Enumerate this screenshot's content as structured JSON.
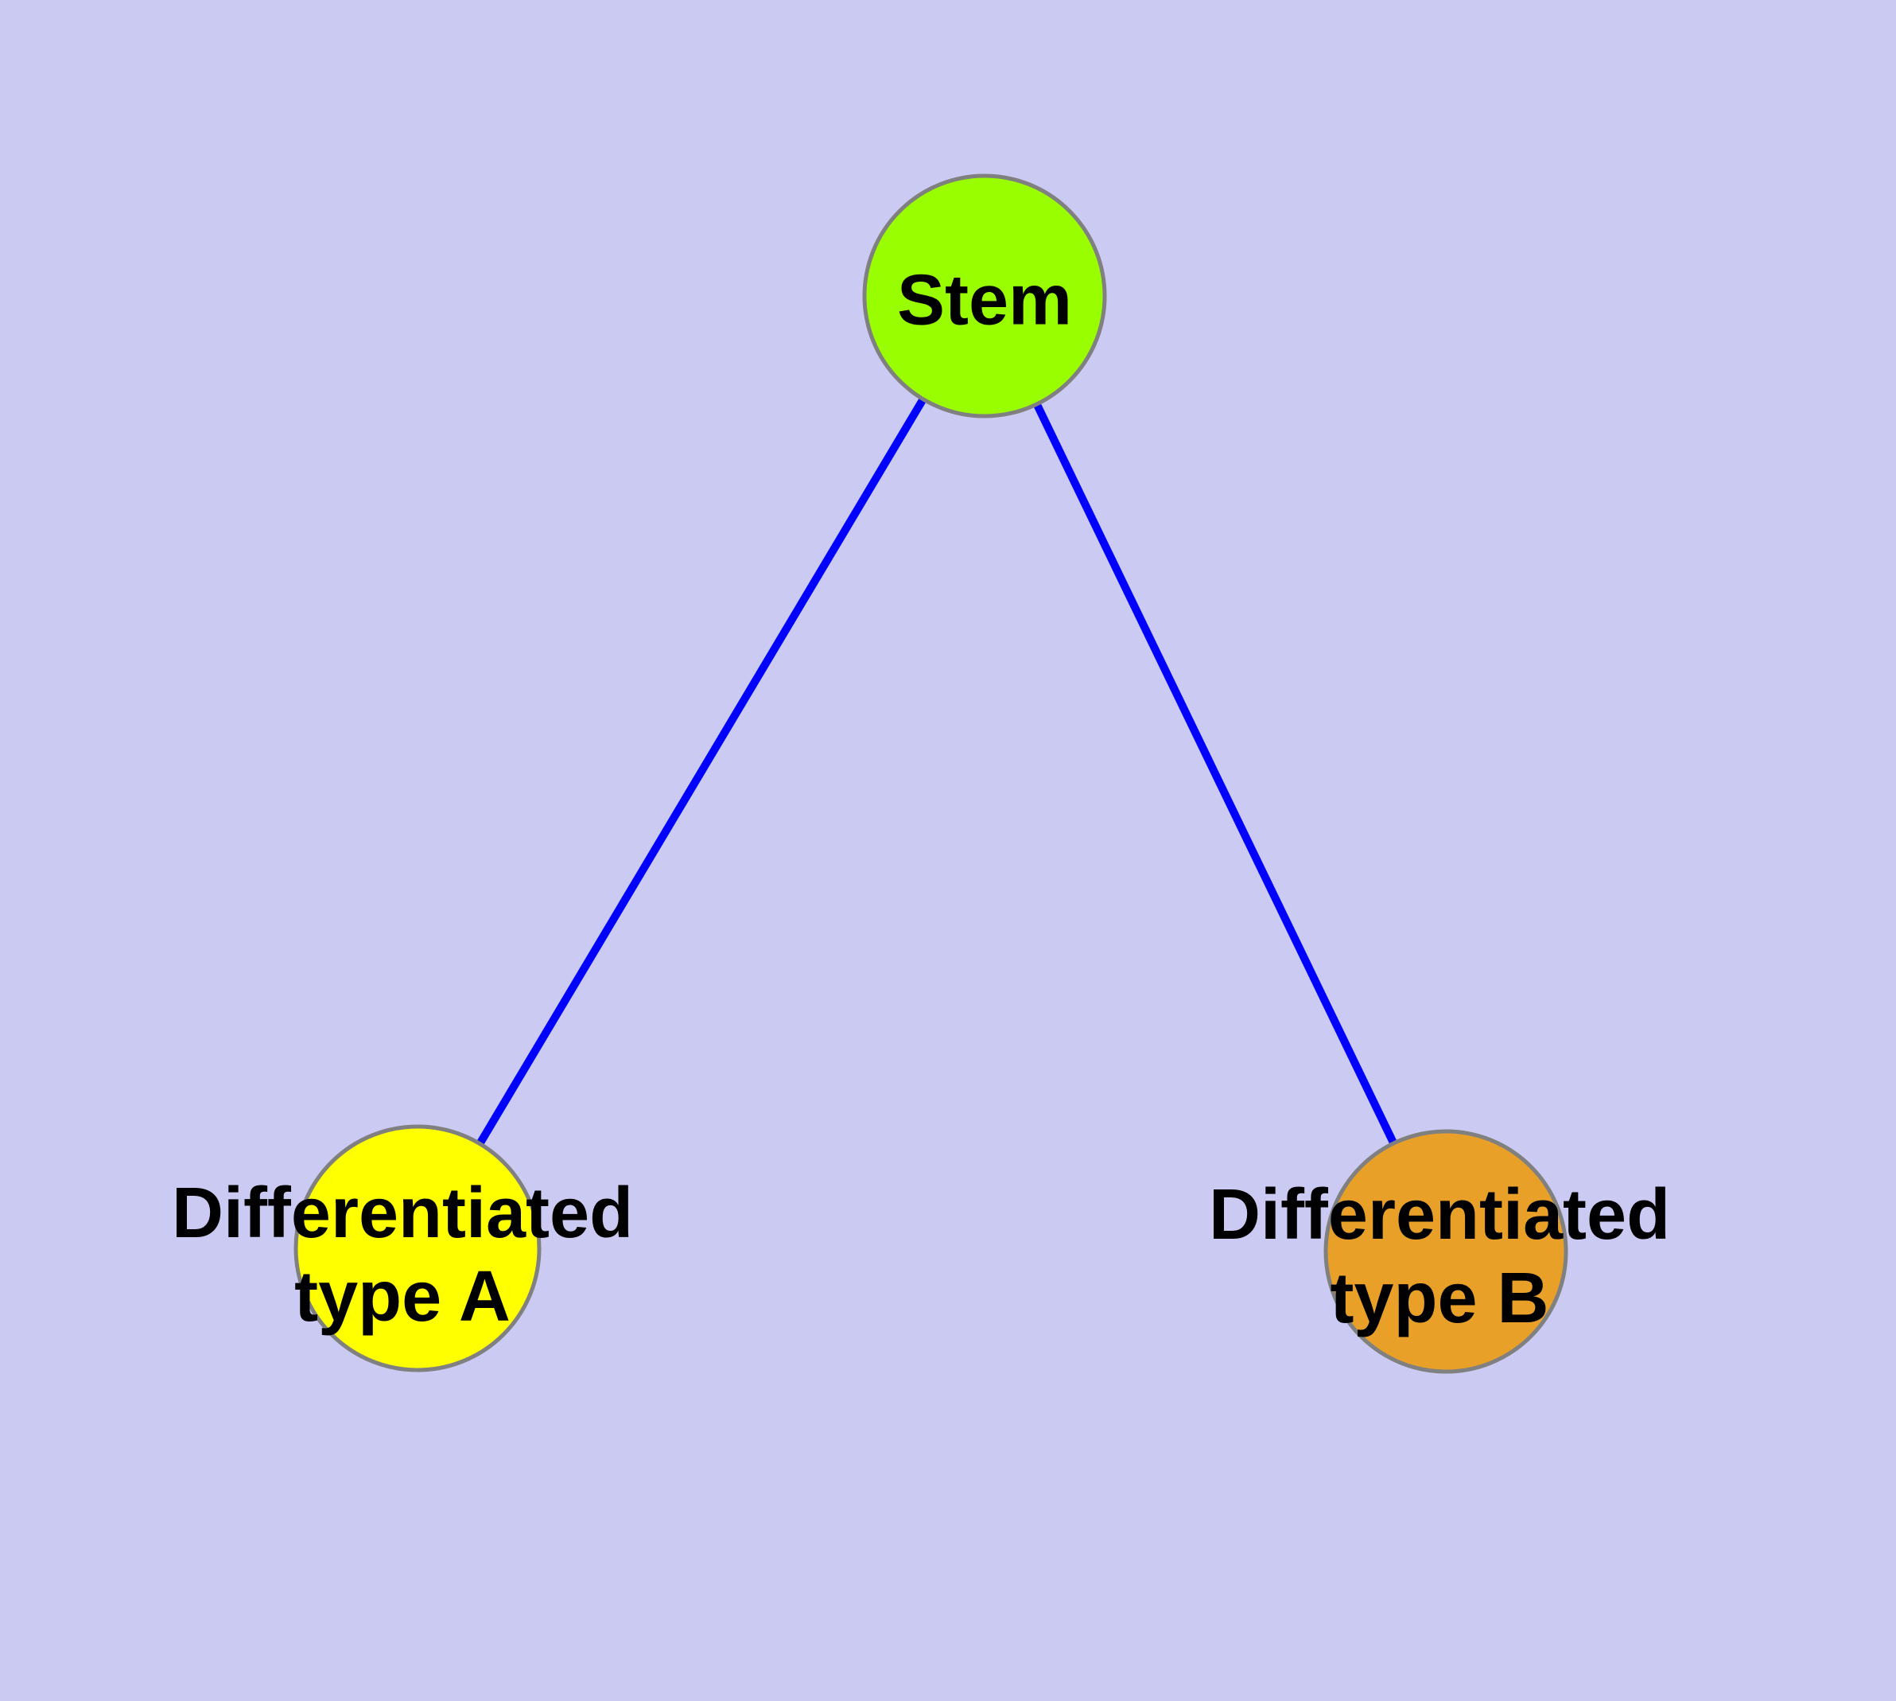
{
  "canvas": {
    "background": "#CACAF2"
  },
  "diagram": {
    "type": "node-link-graph",
    "edge_color": "#0000FF",
    "node_stroke_color": "#808080",
    "nodes": [
      {
        "id": "stem",
        "label": "Stem",
        "fill": "#99FF00"
      },
      {
        "id": "typeA",
        "label": "Differentiated\ntype A",
        "fill": "#FFFF00"
      },
      {
        "id": "typeB",
        "label": "Differentiated\ntype B",
        "fill": "#E8A028"
      }
    ],
    "edges": [
      {
        "from": "stem",
        "to": "typeA"
      },
      {
        "from": "stem",
        "to": "typeB"
      }
    ]
  }
}
